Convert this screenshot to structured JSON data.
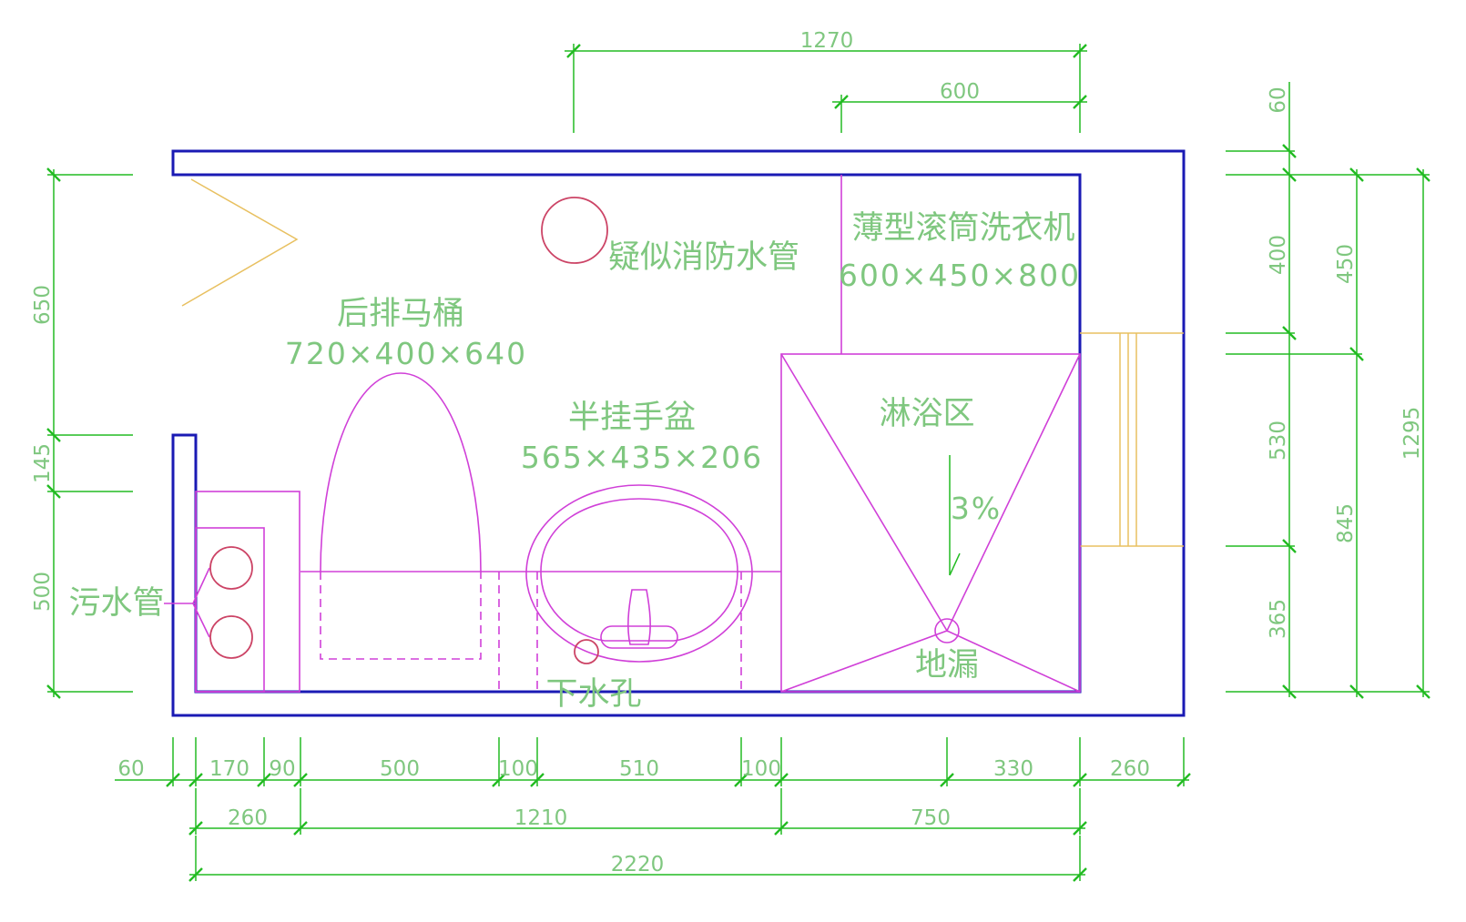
{
  "labels": {
    "fire_pipe": "疑似消防水管",
    "washer_name": "薄型滚筒洗衣机",
    "washer_size": "600×450×800",
    "toilet_name": "后排马桶",
    "toilet_size": "720×400×640",
    "basin_name": "半挂手盆",
    "basin_size": "565×435×206",
    "shower": "淋浴区",
    "slope": "3%",
    "floor_drain": "地漏",
    "drain_hole": "下水孔",
    "sewage_pipe": "污水管"
  },
  "dimensions": {
    "top": [
      "1270",
      "600"
    ],
    "bottom_row1": [
      "60",
      "170",
      "90",
      "500",
      "100",
      "510",
      "100",
      "330",
      "260"
    ],
    "bottom_row2": [
      "260",
      "1210",
      "750"
    ],
    "bottom_total": "2220",
    "left": [
      "650",
      "145",
      "500"
    ],
    "right_inner": [
      "60",
      "400",
      "530",
      "365"
    ],
    "right_mid": [
      "450",
      "845"
    ],
    "right_total": "1295"
  },
  "colors": {
    "wall": "#1a1ab4",
    "fixture": "#d040d8",
    "pipe": "#cc4466",
    "dimension": "#22bb22",
    "text": "#7fc77f",
    "door": "#e8c060"
  }
}
